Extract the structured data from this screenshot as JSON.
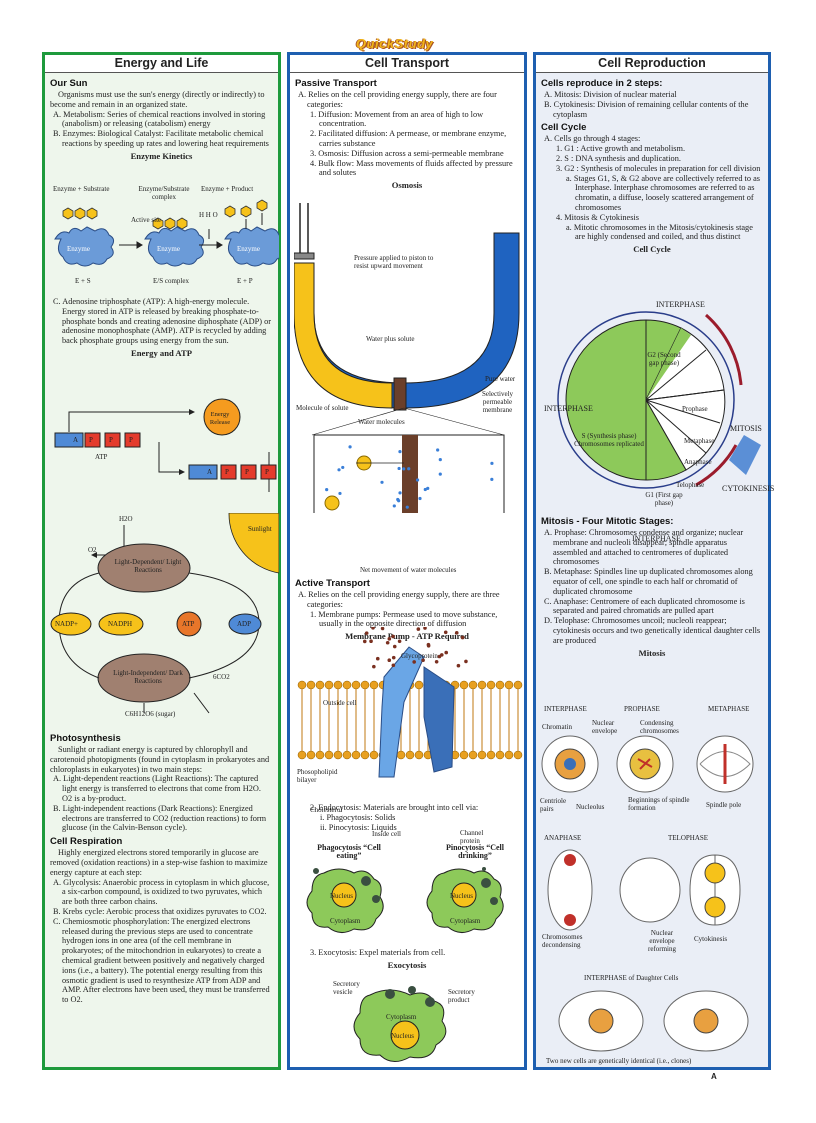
{
  "header": {
    "logo": "QuickStudy",
    "page_letter": "A"
  },
  "energy": {
    "title": "Energy and Life",
    "sun_heading": "Our Sun",
    "sun_intro": "Organisms must use the sun's energy (directly or indirectly) to become and remain in an organized state.",
    "sun_a": "A. Metabolism: Series of chemical reactions involved in storing (anabolism) or releasing (catabolism) energy",
    "sun_b": "B. Enzymes: Biological Catalyst: Facilitate metabolic chemical reactions by speeding up rates and lowering heat requirements",
    "kinetics_title": "Enzyme Kinetics",
    "kin_lab1": "Enzyme + Substrate",
    "kin_lab2": "Enzyme/Substrate complex",
    "kin_lab3": "Enzyme + Product",
    "kin_active": "Active site",
    "kin_enzyme": "Enzyme",
    "kin_es": "E + S",
    "kin_esc": "E/S complex",
    "kin_ep": "E + P",
    "kin_h2o": "H H O",
    "atp_text": "C. Adenosine triphosphate (ATP): A high-energy molecule. Energy stored in ATP is released by breaking phosphate-to-phosphate bonds and creating adenosine diphosphate (ADP) or adenosine monophosphate (AMP). ATP is recycled by adding back phosphate groups using energy from the sun.",
    "atp_title": "Energy and ATP",
    "atp_a": "A",
    "atp_p": "P",
    "atp_label": "ATP",
    "atp_release": "Energy Release",
    "photo_h2o": "H2O",
    "photo_o2": "O2",
    "photo_sun": "Sunlight",
    "photo_light": "Light-Dependent/ Light Reactions",
    "photo_dark": "Light-Independent/ Dark Reactions",
    "photo_nadp": "NADP+",
    "photo_nadph": "NADPH",
    "photo_atp": "ATP",
    "photo_adp": "ADP",
    "photo_co2": "6CO2",
    "photo_sugar": "C6H12O6 (sugar)",
    "photosynthesis_heading": "Photosynthesis",
    "photo_intro": "Sunlight or radiant energy is captured by chlorophyll and carotenoid photopigments (found in cytoplasm in prokaryotes and chloroplasts in eukaryotes) in two main steps:",
    "photo_a": "A. Light-dependent reactions (Light Reactions): The captured light energy is transferred to electrons that come from H2O. O2 is a by-product.",
    "photo_b": "B. Light-independent reactions (Dark Reactions): Energized electrons are transferred to CO2 (reduction reactions) to form glucose (in the Calvin-Benson cycle).",
    "resp_heading": "Cell Respiration",
    "resp_intro": "Highly energized electrons stored temporarily in glucose are removed (oxidation reactions) in a step-wise fashion to maximize energy capture at each step:",
    "resp_a": "A. Glycolysis: Anaerobic process in cytoplasm in which glucose, a six-carbon compound, is oxidized to two pyruvates, which are both three carbon chains.",
    "resp_b": "B. Krebs cycle: Aerobic process that oxidizes pyruvates to CO2.",
    "resp_c": "C. Chemiosmotic phosphorylation: The energized electrons released during the previous steps are used to concentrate hydrogen ions in one area (of the cell membrane in prokaryotes; of the mitochondrion in eukaryotes) to create a chemical gradient between positively and negatively charged ions (i.e., a battery). The potential energy resulting from this osmotic gradient is used to resynthesize ATP from ADP and AMP. After electrons have been used, they must be transferred to O2."
  },
  "transport": {
    "title": "Cell Transport",
    "passive_heading": "Passive Transport",
    "passive_a": "A. Relies on the cell providing energy supply, there are four categories:",
    "passive_1": "1. Diffusion: Movement from an area of high to low concentration.",
    "passive_2": "2. Facilitated diffusion: A permease, or membrane enzyme, carries substance",
    "passive_3": "3. Osmosis: Diffusion across a semi-permeable membrane",
    "passive_4": "4. Bulk flow: Mass movements of fluids affected by pressure and solutes",
    "osmosis_title": "Osmosis",
    "osm_pressure": "Pressure applied to piston to resist upward movement",
    "osm_water_solute": "Water plus solute",
    "osm_pure": "Pure water",
    "osm_selective": "Selectively permeable membrane",
    "osm_solute": "Molecule of solute",
    "osm_water_mol": "Water molecules",
    "osm_net": "Net movement of water molecules",
    "active_heading": "Active Transport",
    "active_a": "A. Relies on the cell providing energy supply, there are three categories:",
    "active_1": "1. Membrane pumps: Permease used to move substance, usually in the opposite direction of diffusion",
    "pump_title": "Membrane Pump - ATP Required",
    "pump_glyco": "Glycoprotein",
    "pump_outside": "Outside cell",
    "pump_phospho": "Phosopholipid bilayer",
    "pump_chol": "Cholesterol",
    "pump_inside": "Inside cell",
    "pump_channel": "Channel protein",
    "active_2": "2. Endocytosis: Materials are brought into cell via:",
    "active_2i": "i. Phagocytosis: Solids",
    "active_2ii": "ii. Pinocytosis: Liquids",
    "phago_title": "Phagocytosis “Cell eating”",
    "pino_title": "Pinocytosis “Cell drinking”",
    "nucleus": "Nucleus",
    "cytoplasm": "Cytoplasm",
    "active_3": "3. Exocytosis: Expel materials from cell.",
    "exo_title": "Exocytosis",
    "exo_vesicle": "Secretory vesicle",
    "exo_product": "Secretory product"
  },
  "reproduction": {
    "title": "Cell Reproduction",
    "steps_heading": "Cells reproduce in 2 steps:",
    "steps_a": "A. Mitosis: Division of nuclear material",
    "steps_b": "B. Cytokinesis: Division of remaining cellular contents of the cytoplasm",
    "cycle_heading": "Cell Cycle",
    "cycle_a": "A. Cells go through 4 stages:",
    "cycle_1": "1. G1 : Active growth and metabolism.",
    "cycle_2": "2. S : DNA synthesis and duplication.",
    "cycle_3": "3. G2 : Synthesis of molecules in preparation for cell division",
    "cycle_3a": "a. Stages G1, S, & G2 above are collectively referred to as Interphase. Interphase chromosomes are referred to as chromatin, a diffuse, loosely scattered arrangement of chromosomes",
    "cycle_4": "4. Mitosis & Cytokinesis",
    "cycle_4a": "a. Mitotic chromosomes in the Mitosis/cytokinesis stage are highly condensed and coiled, and thus distinct",
    "cycle_title": "Cell Cycle",
    "cc_interphase": "INTERPHASE",
    "cc_mitosis": "MITOSIS",
    "cc_cytokinesis": "CYTOKINESIS",
    "cc_g2": "G2 (Second gap phase)",
    "cc_s": "S (Synthesis phase) Chromosomes replicated",
    "cc_g1": "G1 (First gap phase)",
    "cc_prophase": "Prophase",
    "cc_metaphase": "Metaphase",
    "cc_anaphase": "Anaphase",
    "cc_telophase": "Telophase",
    "mitosis_heading": "Mitosis - Four Mitotic Stages:",
    "mit_a": "A. Prophase: Chromosomes condense and organize; nuclear membrane and nucleoli disappear; spindle apparatus assembled and attached to centromeres of duplicated chromosomes",
    "mit_b": "B. Metaphase: Spindles line up duplicated chromosomes along equator of cell, one spindle to each half or chromatid of duplicated chromosome",
    "mit_c": "C. Anaphase: Centromere of each duplicated chromosome is separated and paired chromatids are pulled apart",
    "mit_d": "D. Telophase: Chromosomes uncoil; nucleoli reappear; cytokinesis occurs and two genetically identical daughter cells are produced",
    "mitosis_title": "Mitosis",
    "m_interphase": "INTERPHASE",
    "m_prophase": "PROPHASE",
    "m_metaphase": "METAPHASE",
    "m_chromatin": "Chromatin",
    "m_nuclear_env": "Nuclear envelope",
    "m_condensing": "Condensing chromosomes",
    "m_centriole": "Centriole pairs",
    "m_nucleolus": "Nucleolus",
    "m_spindle_form": "Beginnings of spindle formation",
    "m_spindle_pole": "Spindle pole",
    "m_anaphase": "ANAPHASE",
    "m_telophase": "TELOPHASE",
    "m_decondensing": "Chromosomes decondensing",
    "m_reforming": "Nuclear envelope reforming",
    "m_cytokinesis": "Cytokinesis",
    "m_daughter": "INTERPHASE of Daughter Cells",
    "m_clones": "Two new cells are genetically identical (i.e., clones)"
  },
  "colors": {
    "green_border": "#1e9a3c",
    "blue_border": "#1e5fb0",
    "enzyme": "#6b9bd8",
    "phosphate": "#e43b2c",
    "sunlight": "#f6c21a",
    "green_cell": "#8dc95a"
  }
}
